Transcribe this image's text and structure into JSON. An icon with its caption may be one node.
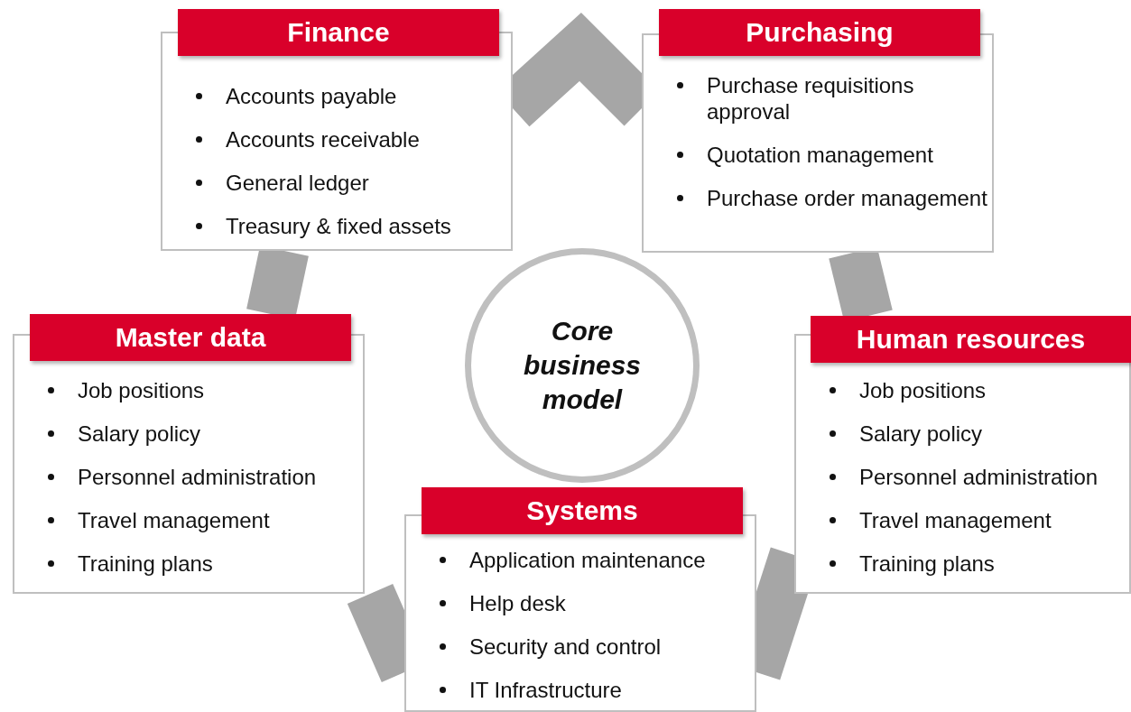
{
  "diagram": {
    "nodes": [
      {
        "text": [
          "Finance",
          "Accounts payable",
          "Accounts receivable",
          "General ledger",
          "Treasury & fixed assets"
        ]
      },
      {
        "text": [
          "Purchasing",
          "Purchase requisitions approval",
          "Quotation management",
          "Purchase order management"
        ]
      },
      {
        "text": [
          "Master data",
          "Job positions",
          "Salary policy",
          "Personnel administration",
          "Travel management",
          "Training plans"
        ]
      },
      {
        "text": [
          "Core business model"
        ]
      },
      {
        "text": [
          "Human resources",
          "Job positions",
          "Salary policy",
          "Personnel administration",
          "Travel management",
          "Training plans"
        ]
      },
      {
        "text": [
          "Systems",
          "Application maintenance",
          "Help desk",
          "Security and control",
          "IT Infrastructure"
        ]
      }
    ],
    "edges": [
      {
        "from": 0,
        "to": 1,
        "arrow": "none"
      },
      {
        "from": 1,
        "to": 4,
        "arrow": "none"
      },
      {
        "from": 4,
        "to": 5,
        "arrow": "none"
      },
      {
        "from": 5,
        "to": 2,
        "arrow": "none"
      },
      {
        "from": 2,
        "to": 0,
        "arrow": "none"
      }
    ]
  }
}
